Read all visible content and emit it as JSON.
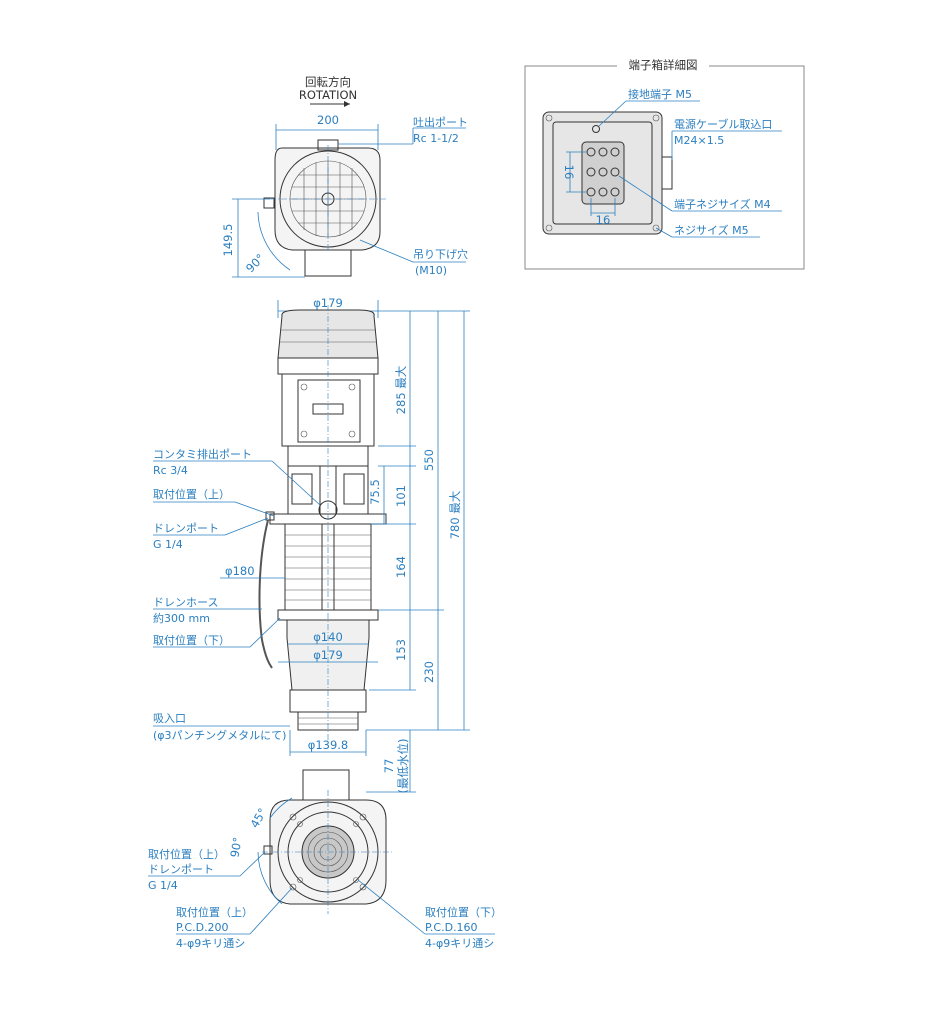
{
  "top_view": {
    "rotation_jp": "回転方向",
    "rotation_en": "ROTATION",
    "width_dim": "200",
    "discharge_port_label": "吐出ポート",
    "discharge_port_spec": "Rc 1-1/2",
    "height_dim": "149.5",
    "angle_dim": "90°",
    "lifting_hole_label": "吊り下げ穴",
    "lifting_hole_spec": "(M10)"
  },
  "side_view": {
    "motor_dia": "φ179",
    "contamination_port_label": "コンタミ排出ポート",
    "contamination_port_spec": "Rc 3/4",
    "mount_upper_label": "取付位置（上）",
    "drain_port_label": "ドレンポート",
    "drain_port_spec": "G 1/4",
    "flange_dia": "φ180",
    "drain_hose_label": "ドレンホース",
    "drain_hose_spec": "約300 mm",
    "mount_lower_label": "取付位置（下）",
    "dia_140": "φ140",
    "dia_179_lower": "φ179",
    "suction_label": "吸入口",
    "suction_spec": "(φ3パンチングメタルにて)",
    "dia_139_8": "φ139.8",
    "dim_285": "285 最大",
    "dim_550": "550",
    "dim_780": "780 最大",
    "dim_75_5": "75.5",
    "dim_101": "101",
    "dim_164": "164",
    "dim_153": "153",
    "dim_230": "230",
    "dim_77": "77",
    "min_water_level": "(最低水位)"
  },
  "bottom_view": {
    "angle_45": "45°",
    "angle_90": "90°",
    "mount_upper_drain_label": "取付位置（上）",
    "drain_port_label": "ドレンポート",
    "drain_port_spec": "G 1/4",
    "mount_upper_label": "取付位置（上）",
    "pcd_200": "P.C.D.200",
    "holes_upper": "4-φ9キリ通シ",
    "mount_lower_label": "取付位置（下）",
    "pcd_160": "P.C.D.160",
    "holes_lower": "4-φ9キリ通シ"
  },
  "terminal_box": {
    "title": "端子箱詳細図",
    "ground_terminal": "接地端子 M5",
    "cable_entry_label": "電源ケーブル取込口",
    "cable_entry_spec": "M24×1.5",
    "dim_vertical": "16",
    "dim_horizontal": "16",
    "terminal_screw": "端子ネジサイズ M4",
    "screw_size": "ネジサイズ M5"
  },
  "colors": {
    "dimension": "#2b7fc0",
    "outline": "#333333"
  }
}
